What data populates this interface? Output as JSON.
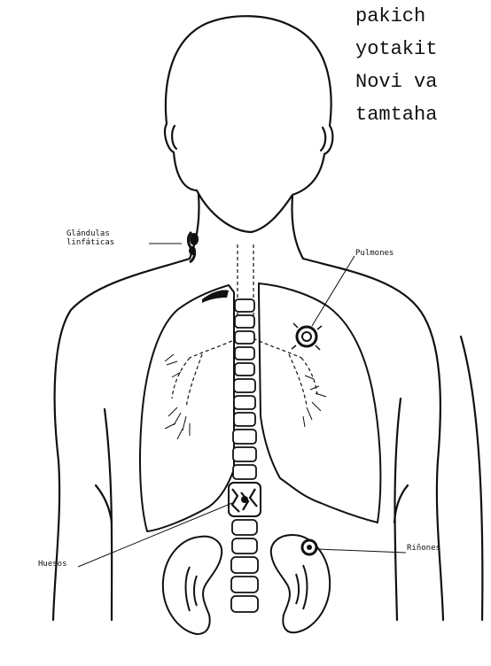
{
  "side_text": [
    "pakich",
    "yotakit",
    "Novi va",
    "tamtaha"
  ],
  "labels": {
    "glandulas_line1": "Glándulas",
    "glandulas_line2": "linfáticas",
    "pulmones": "Pulmones",
    "rinones": "Riñones",
    "huesos": "Huesos"
  }
}
